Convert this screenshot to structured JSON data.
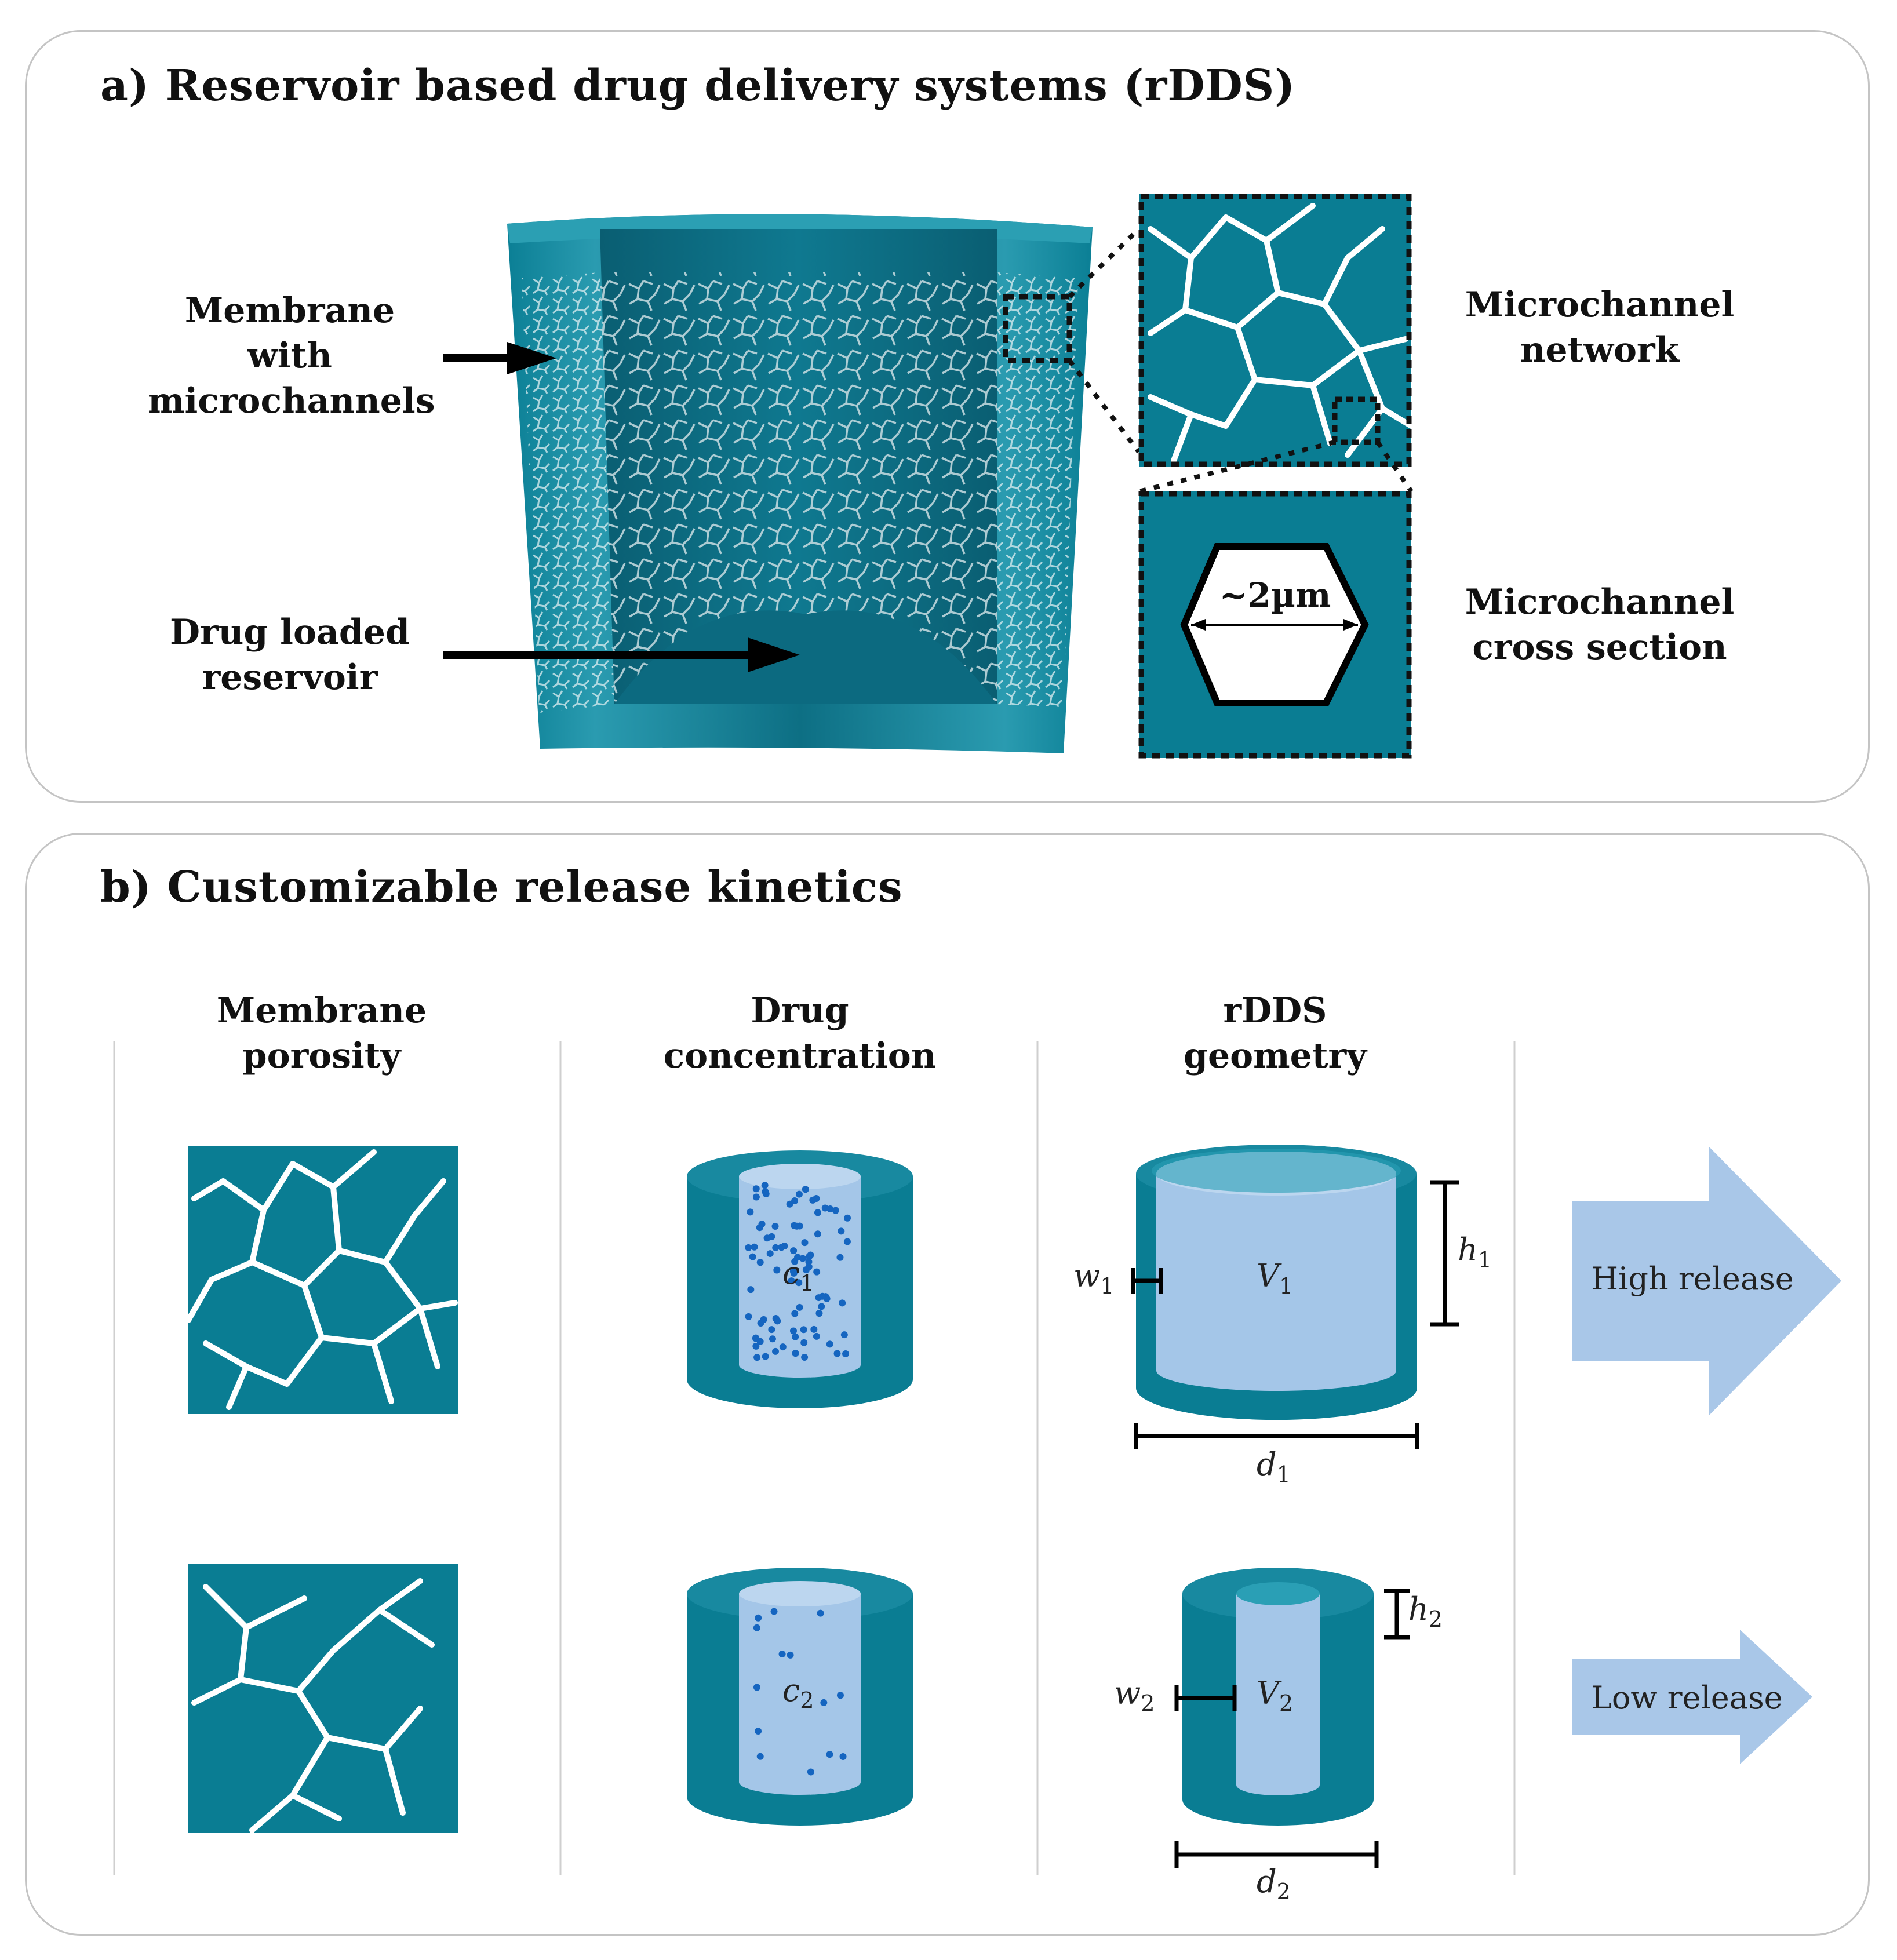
{
  "panel_a": {
    "title": "a) Reservoir based drug delivery systems (rDDS)",
    "membrane_label": [
      "Membrane",
      "with",
      "microchannels"
    ],
    "reservoir_label": [
      "Drug loaded",
      "reservoir"
    ],
    "network_label": [
      "Microchannel",
      "network"
    ],
    "cross_section_label": [
      "Microchannel",
      "cross section"
    ],
    "cross_section_size": "~2µm"
  },
  "panel_b": {
    "title": "b) Customizable release kinetics",
    "columns": [
      {
        "lines": [
          "Membrane",
          "porosity"
        ]
      },
      {
        "lines": [
          "Drug",
          "concentration"
        ]
      },
      {
        "lines": [
          "rDDS",
          "geometry"
        ]
      }
    ],
    "c1": {
      "sym": "c",
      "sub": "1"
    },
    "c2": {
      "sym": "c",
      "sub": "2"
    },
    "V1": {
      "sym": "V",
      "sub": "1"
    },
    "V2": {
      "sym": "V",
      "sub": "2"
    },
    "w1": {
      "sym": "w",
      "sub": "1"
    },
    "w2": {
      "sym": "w",
      "sub": "2"
    },
    "h1": {
      "sym": "h",
      "sub": "1"
    },
    "h2": {
      "sym": "h",
      "sub": "2"
    },
    "d1": {
      "sym": "d",
      "sub": "1"
    },
    "d2": {
      "sym": "d",
      "sub": "2"
    },
    "high_release": "High release",
    "low_release": "Low release"
  },
  "colors": {
    "teal": "#0a7d93",
    "teal_dark": "#056478",
    "light_blue": "#a4c6e8",
    "dot_blue": "#1565c0",
    "arrow_blue": "#a9c7e8",
    "frame": "#c4c4c4"
  }
}
